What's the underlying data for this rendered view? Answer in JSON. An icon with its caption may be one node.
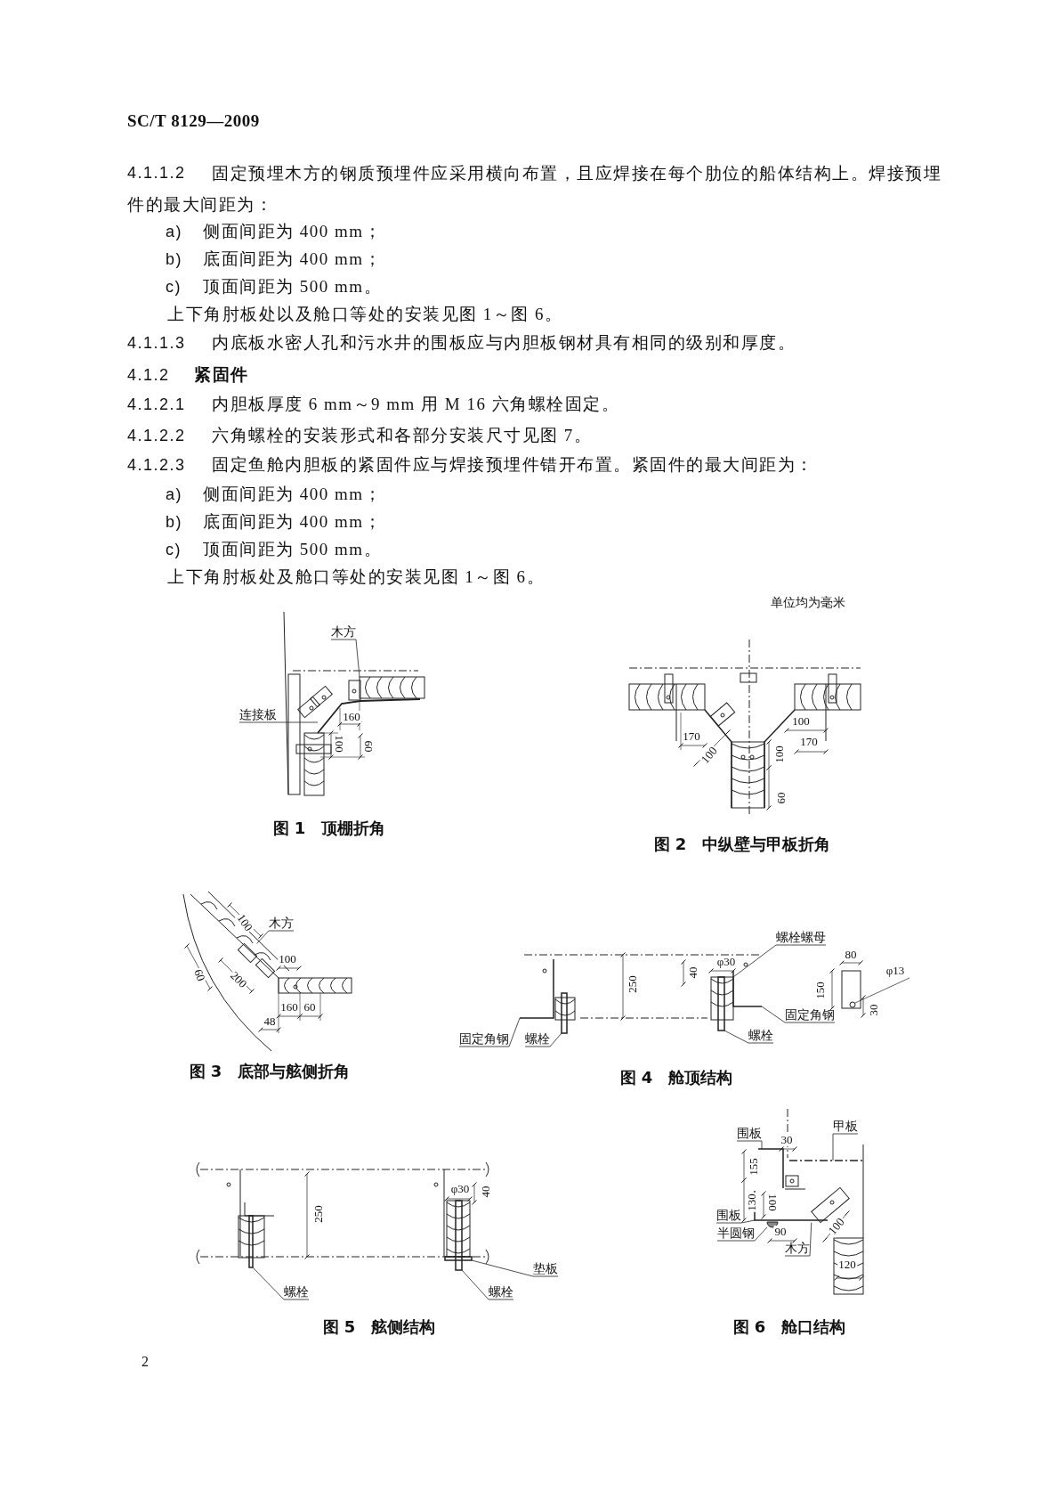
{
  "diagram": {
    "nodes": [
      {
        "text": [
          "木方"
        ]
      },
      {
        "text": [
          "连接板"
        ]
      },
      {
        "text": [
          "木方"
        ]
      },
      {
        "text": [
          "固定角钢"
        ]
      },
      {
        "text": [
          "螺栓"
        ]
      },
      {
        "text": [
          "螺栓螺母"
        ]
      },
      {
        "text": [
          "固定角钢"
        ]
      },
      {
        "text": [
          "螺栓"
        ]
      },
      {
        "text": [
          "螺栓"
        ]
      },
      {
        "text": [
          "垫板"
        ]
      },
      {
        "text": [
          "螺栓"
        ]
      },
      {
        "text": [
          "围板"
        ]
      },
      {
        "text": [
          "甲板"
        ]
      },
      {
        "text": [
          "围板"
        ]
      },
      {
        "text": [
          "半圆钢"
        ]
      },
      {
        "text": [
          "木方"
        ]
      },
      {
        "text": [],
        "shape": "box"
      },
      {
        "text": [],
        "shape": "bar"
      },
      {
        "text": [],
        "shape": "box"
      },
      {
        "text": [],
        "shape": "bar"
      },
      {
        "text": [],
        "shape": "bar"
      },
      {
        "text": [],
        "shape": "box"
      },
      {
        "text": [],
        "shape": "bar"
      },
      {
        "text": [],
        "shape": "bar"
      },
      {
        "text": [],
        "shape": "bar"
      },
      {
        "text": [],
        "shape": "bar"
      },
      {
        "text": [],
        "shape": "bar"
      },
      {
        "text": [],
        "shape": "bar"
      },
      {
        "text": [],
        "shape": "bar"
      },
      {
        "text": [],
        "shape": "bar"
      },
      {
        "text": [],
        "shape": "box"
      },
      {
        "text": [],
        "shape": "box"
      }
    ],
    "edges": [
      {
        "from": 0,
        "to": 16,
        "arrow": "none"
      },
      {
        "from": 1,
        "to": 17,
        "arrow": "none"
      },
      {
        "from": 2,
        "to": 18,
        "arrow": "none"
      },
      {
        "from": 3,
        "to": 19,
        "arrow": "none"
      },
      {
        "from": 4,
        "to": 20,
        "arrow": "none"
      },
      {
        "from": 5,
        "to": 21,
        "arrow": "none"
      },
      {
        "from": 6,
        "to": 22,
        "arrow": "none"
      },
      {
        "from": 7,
        "to": 23,
        "arrow": "none"
      },
      {
        "from": 8,
        "to": 24,
        "arrow": "none"
      },
      {
        "from": 9,
        "to": 25,
        "arrow": "none"
      },
      {
        "from": 10,
        "to": 26,
        "arrow": "none"
      },
      {
        "from": 11,
        "to": 27,
        "arrow": "none"
      },
      {
        "from": 12,
        "to": 28,
        "arrow": "none"
      },
      {
        "from": 13,
        "to": 29,
        "arrow": "none"
      },
      {
        "from": 14,
        "to": 30,
        "arrow": "none"
      },
      {
        "from": 15,
        "to": 31,
        "arrow": "none"
      }
    ],
    "labels": [
      "SC/T 8129—2009",
      "4.1.1.2",
      "固定预埋木方的钢质预埋件应采用横向布置，且应焊接在每个肋位的船体结构上。焊接预埋件的最大间距为：",
      "a)",
      "侧面间距为 400 mm；",
      "b)",
      "底面间距为 400 mm；",
      "c)",
      "顶面间距为 500 mm。",
      "上下角肘板处以及舱口等处的安装见图 1～图 6。",
      "4.1.1.3",
      "内底板水密人孔和污水井的围板应与内胆板钢材具有相同的级别和厚度。",
      "4.1.2",
      "紧固件",
      "4.1.2.1",
      "内胆板厚度 6 mm～9 mm 用 M 16 六角螺栓固定。",
      "4.1.2.2",
      "六角螺栓的安装形式和各部分安装尺寸见图 7。",
      "4.1.2.3",
      "固定鱼舱内胆板的紧固件应与焊接预埋件错开布置。紧固件的最大间距为：",
      "a)",
      "侧面间距为 400 mm；",
      "b)",
      "底面间距为 400 mm；",
      "c)",
      "顶面间距为 500 mm。",
      "上下角肘板处及舱口等处的安装见图 1～图 6。",
      "单位均为毫米",
      "160",
      "100",
      "60",
      "图 1　顶棚折角",
      "100",
      "170",
      "170",
      "100",
      "100",
      "60",
      "图 2　中纵壁与甲板折角",
      "100",
      "100",
      "60",
      "200",
      "160",
      "60",
      "48",
      "图 3　底部与舷侧折角",
      "φ30",
      "80",
      "40",
      "φ13",
      "250",
      "150",
      "30",
      "图 4　舱顶结构",
      "250",
      "φ30",
      "40",
      "图 5　舷侧结构",
      "30",
      "155",
      "130",
      "100",
      "100",
      "90",
      "120",
      "图 6　舱口结构",
      "2"
    ]
  }
}
